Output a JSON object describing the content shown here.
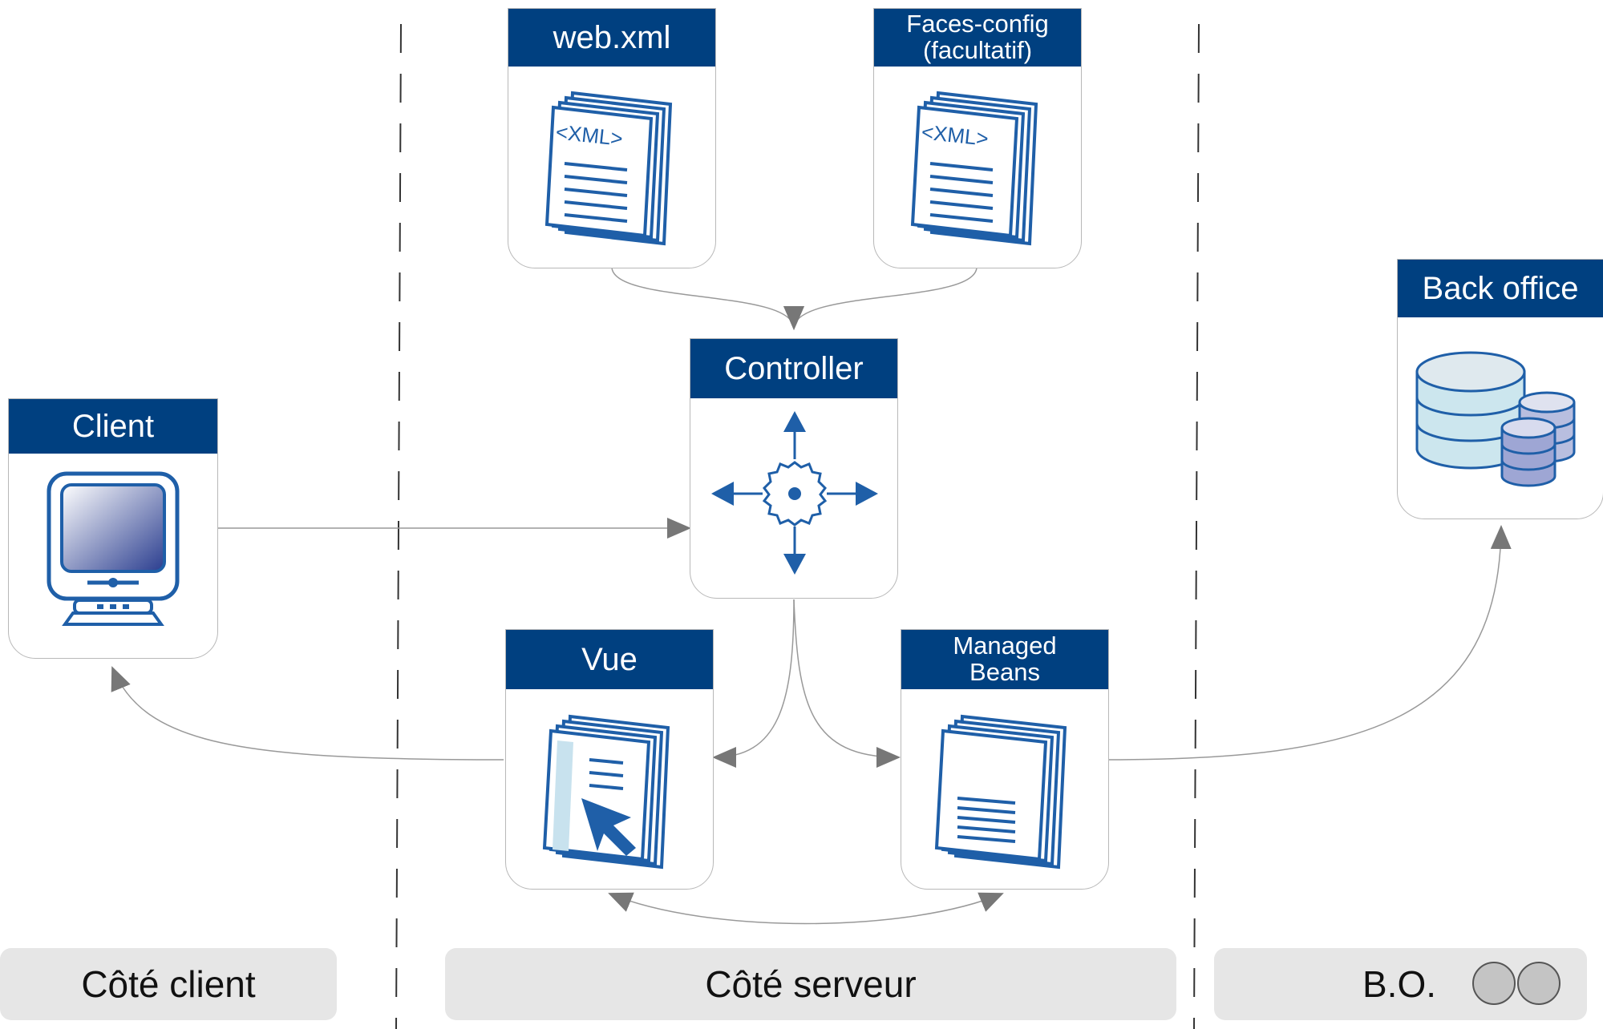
{
  "nodes": {
    "web_xml": {
      "title": "web.xml",
      "icon": "xml-document-icon"
    },
    "faces_config": {
      "title": "Faces-config\n(facultatif)",
      "icon": "xml-document-icon"
    },
    "controller": {
      "title": "Controller",
      "icon": "controller-gear-arrows-icon"
    },
    "client": {
      "title": "Client",
      "icon": "computer-monitor-icon"
    },
    "back_office": {
      "title": "Back office",
      "icon": "database-icon"
    },
    "vue": {
      "title": "Vue",
      "icon": "view-document-pointer-icon"
    },
    "managed_beans": {
      "title": "Managed\nBeans",
      "icon": "text-document-icon"
    }
  },
  "icon_text": {
    "xml": "<XML>"
  },
  "zones": {
    "client": "Côté client",
    "server": "Côté serveur",
    "bo": "B.O."
  },
  "colors": {
    "header": "#004080",
    "icon": "#1f5fa8",
    "arrow": "#777777",
    "zone_bg": "#e6e6e6"
  }
}
